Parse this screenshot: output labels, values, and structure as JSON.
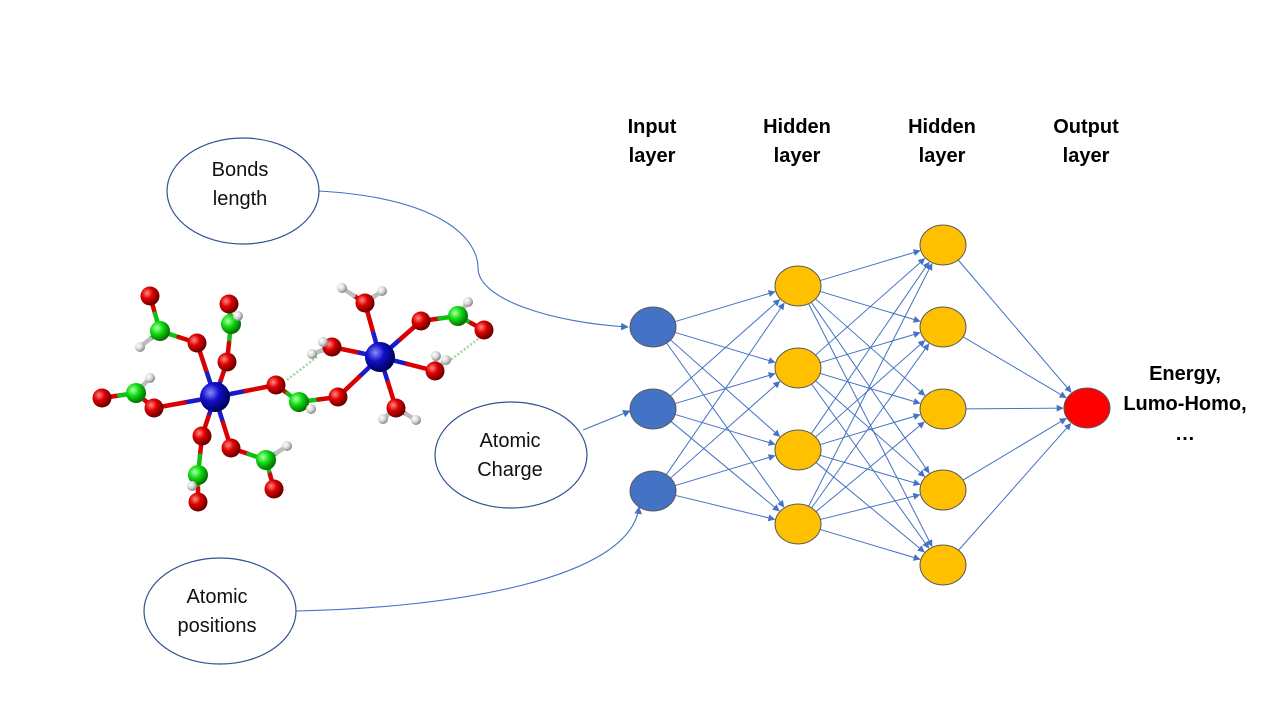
{
  "layers": [
    {
      "title_line1": "Input",
      "title_line2": "layer",
      "node_count": 3
    },
    {
      "title_line1": "Hidden",
      "title_line2": "layer",
      "node_count": 4
    },
    {
      "title_line1": "Hidden",
      "title_line2": "layer",
      "node_count": 5
    },
    {
      "title_line1": "Output",
      "title_line2": "layer",
      "node_count": 1
    }
  ],
  "features": [
    {
      "line1": "Bonds",
      "line2": "length"
    },
    {
      "line1": "Atomic",
      "line2": "Charge"
    },
    {
      "line1": "Atomic",
      "line2": "positions"
    }
  ],
  "output": {
    "line1": "Energy,",
    "line2": "Lumo-Homo,",
    "line3": "…"
  },
  "colors": {
    "input_node": "#4472C4",
    "hidden_node": "#FFC000",
    "output_node": "#FF0000",
    "connection": "#4472C4",
    "atom_metal": "#1010C8",
    "atom_oxygen": "#E00000",
    "atom_carbon": "#10E010",
    "atom_hydrogen": "#D8D8D8"
  }
}
